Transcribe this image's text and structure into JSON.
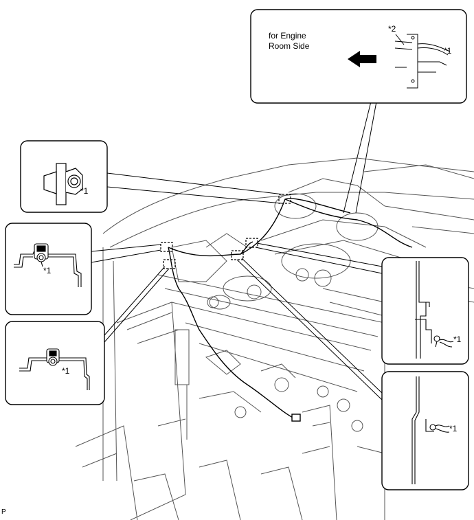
{
  "callouts": {
    "engine_room": {
      "caption_line1": "for Engine",
      "caption_line2": "Room Side",
      "marker_a": "*2",
      "marker_b": "*1"
    },
    "clip_upper_left": {
      "marker": "*1"
    },
    "clip_mid_left": {
      "marker": "*1"
    },
    "clip_lower_left": {
      "marker": "*1"
    },
    "clip_right_upper": {
      "marker": "*1"
    },
    "clip_right_lower": {
      "marker": "*1"
    }
  },
  "footer": {
    "code": "P"
  },
  "colors": {
    "line": "#000000",
    "background": "#ffffff",
    "sketch": "#555555"
  }
}
